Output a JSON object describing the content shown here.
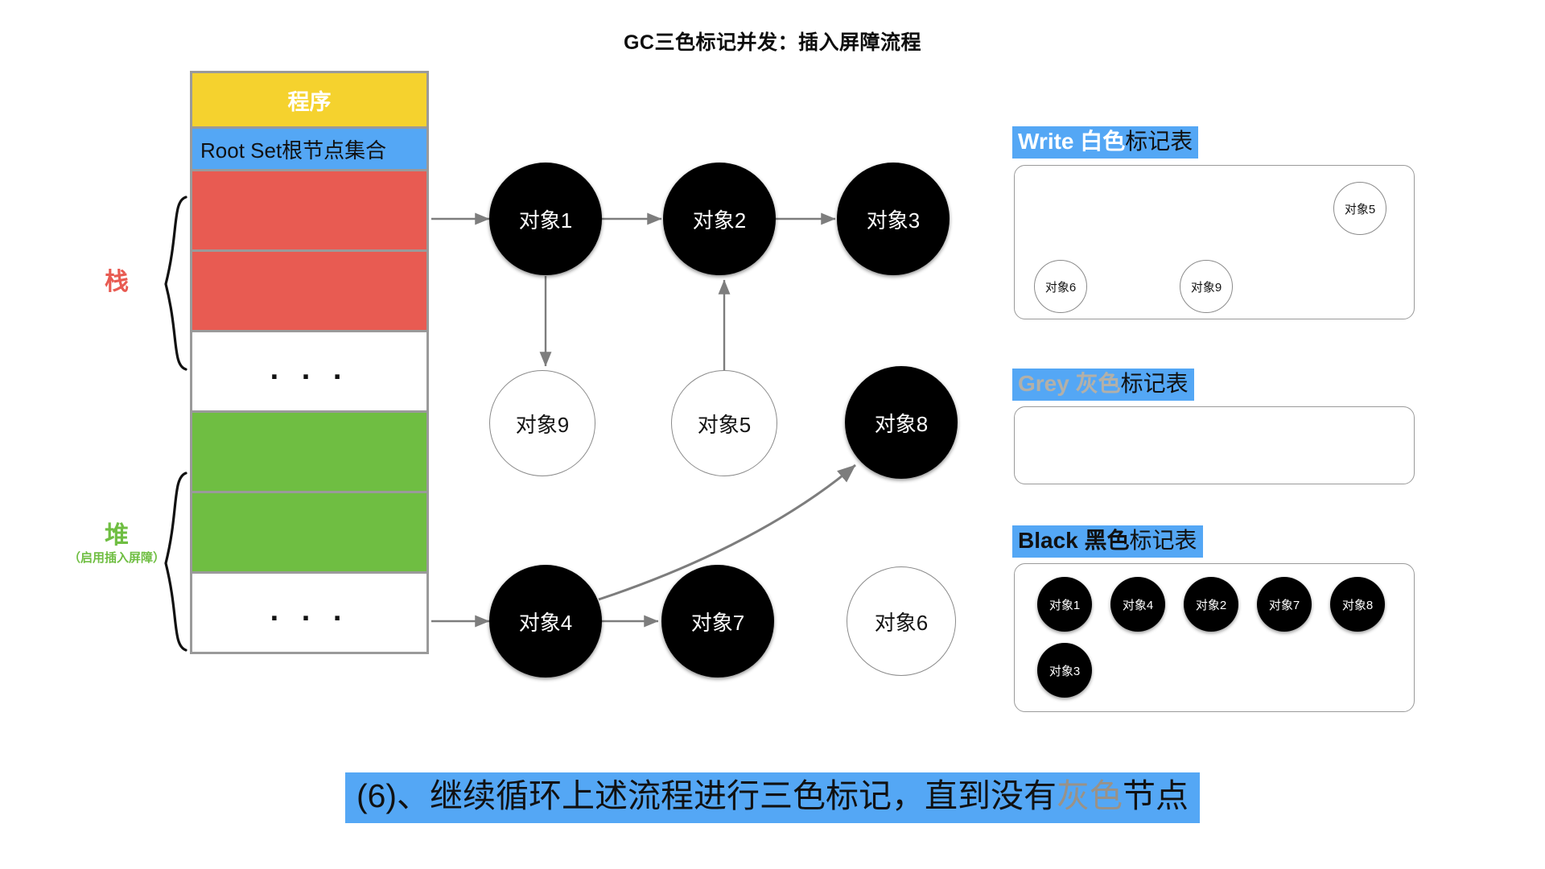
{
  "title": "GC三色标记并发：插入屏障流程",
  "memory": {
    "program_label": "程序",
    "root_set_label": "Root Set根节点集合",
    "ellipsis": ". . .",
    "stack_label": "栈",
    "heap_label": "堆",
    "heap_sub_label": "（启用插入屏障）"
  },
  "graph": {
    "nodes": [
      {
        "id": "obj1",
        "label": "对象1",
        "color": "black"
      },
      {
        "id": "obj2",
        "label": "对象2",
        "color": "black"
      },
      {
        "id": "obj3",
        "label": "对象3",
        "color": "black"
      },
      {
        "id": "obj9",
        "label": "对象9",
        "color": "white"
      },
      {
        "id": "obj5",
        "label": "对象5",
        "color": "white"
      },
      {
        "id": "obj8",
        "label": "对象8",
        "color": "black"
      },
      {
        "id": "obj4",
        "label": "对象4",
        "color": "black"
      },
      {
        "id": "obj7",
        "label": "对象7",
        "color": "black"
      },
      {
        "id": "obj6",
        "label": "对象6",
        "color": "white"
      }
    ],
    "edges": [
      {
        "from": "root-stack",
        "to": "obj1"
      },
      {
        "from": "obj1",
        "to": "obj2"
      },
      {
        "from": "obj2",
        "to": "obj3"
      },
      {
        "from": "obj1",
        "to": "obj9"
      },
      {
        "from": "obj5",
        "to": "obj2"
      },
      {
        "from": "root-heap",
        "to": "obj4"
      },
      {
        "from": "obj4",
        "to": "obj7"
      },
      {
        "from": "obj4",
        "to": "obj8"
      }
    ]
  },
  "tables": [
    {
      "id": "white-table",
      "head_en": "Write",
      "head_color_cn": "白色",
      "head_rest_cn": "标记表",
      "en_color": "#ffffff",
      "cn_color": "#ffffff",
      "items": [
        {
          "label": "对象5",
          "style": "white"
        },
        {
          "label": "对象6",
          "style": "white"
        },
        {
          "label": "对象9",
          "style": "white"
        }
      ]
    },
    {
      "id": "grey-table",
      "head_en": "Grey",
      "head_color_cn": "灰色",
      "head_rest_cn": "标记表",
      "en_color": "#b3b0a8",
      "cn_color": "#b3b0a8",
      "items": []
    },
    {
      "id": "black-table",
      "head_en": "Black",
      "head_color_cn": "黑色",
      "head_rest_cn": "标记表",
      "en_color": "#111111",
      "cn_color": "#111111",
      "items": [
        {
          "label": "对象1",
          "style": "black"
        },
        {
          "label": "对象4",
          "style": "black"
        },
        {
          "label": "对象2",
          "style": "black"
        },
        {
          "label": "对象7",
          "style": "black"
        },
        {
          "label": "对象8",
          "style": "black"
        },
        {
          "label": "对象3",
          "style": "black"
        }
      ]
    }
  ],
  "caption": {
    "prefix": "(6)、继续循环上述流程进行三色标记，直到没有",
    "highlight": "灰色",
    "suffix": "节点"
  },
  "colors": {
    "yellow": "#F5D22E",
    "blue": "#54A7F5",
    "red": "#E85B52",
    "green": "#6FBE42",
    "grey_text": "#b3b0a8",
    "arrow": "#7d7d7d"
  }
}
